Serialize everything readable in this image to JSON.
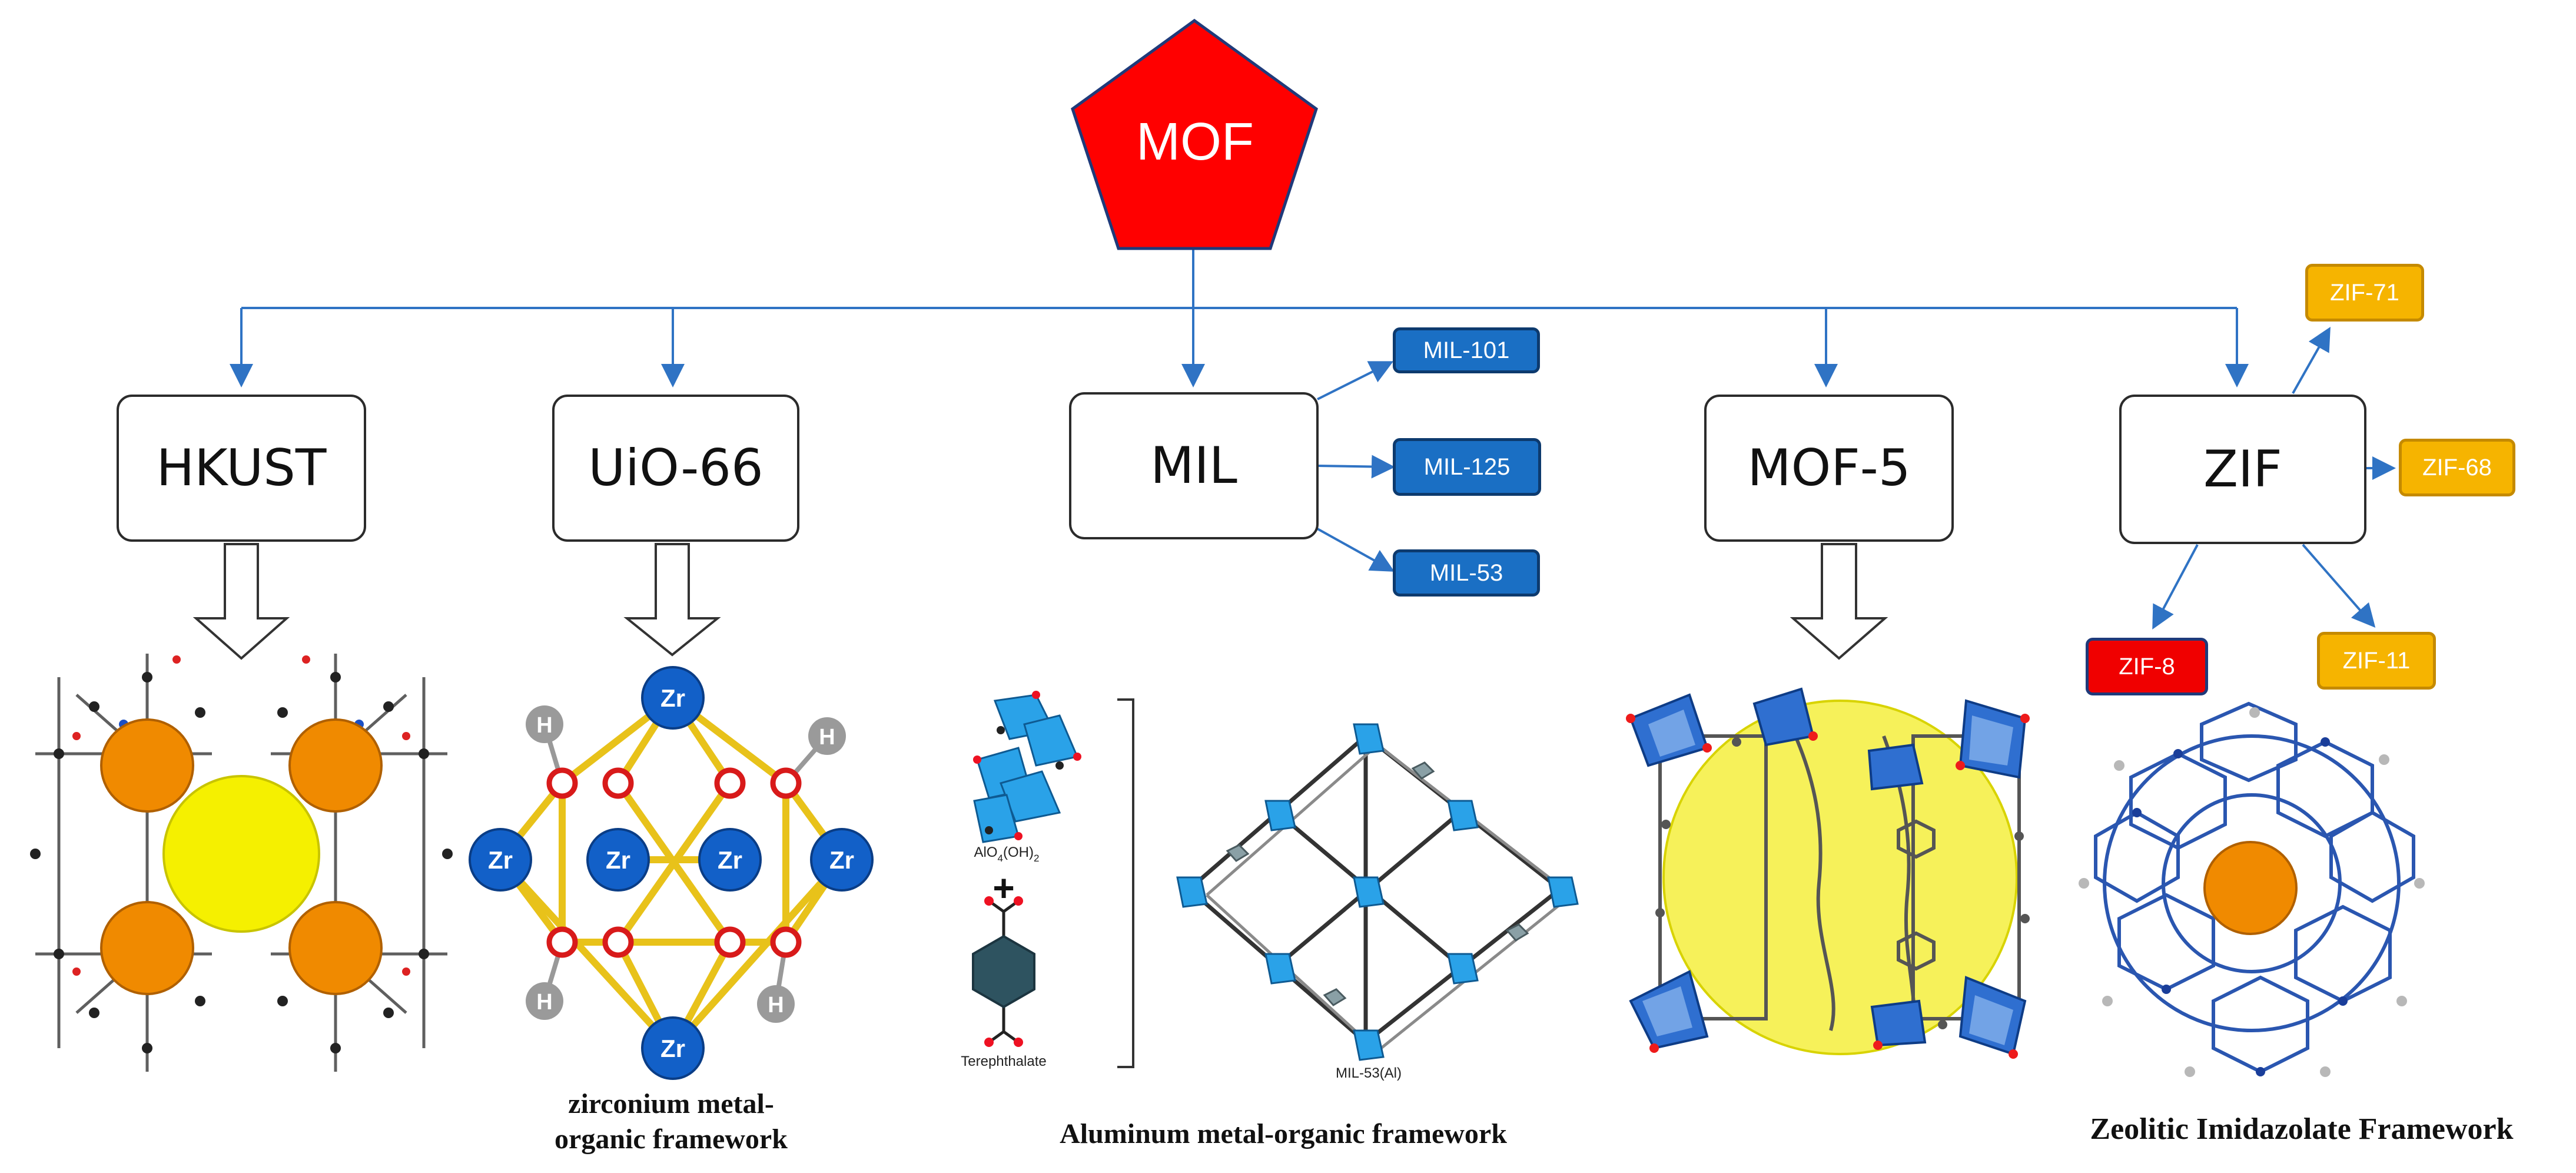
{
  "root": {
    "label": "MOF",
    "color": "#ff0000"
  },
  "categories": [
    {
      "key": "hkust",
      "label": "HKUST"
    },
    {
      "key": "uio",
      "label": "UiO-66"
    },
    {
      "key": "mil",
      "label": "MIL"
    },
    {
      "key": "mof5",
      "label": "MOF-5"
    },
    {
      "key": "zif",
      "label": "ZIF"
    }
  ],
  "mil_variants": [
    "MIL-101",
    "MIL-125",
    "MIL-53"
  ],
  "zif_variants": {
    "zif71": "ZIF-71",
    "zif68": "ZIF-68",
    "zif8": "ZIF-8",
    "zif11": "ZIF-11"
  },
  "structure_labels": {
    "zr": "Zr",
    "h": "H",
    "alo": "AlO",
    "alo_sub1": "4",
    "alo_mid": "(OH)",
    "alo_sub2": "2",
    "plus": "+",
    "terephthalate": "Terephthalate",
    "mil53al": "MIL-53(Al)"
  },
  "captions": {
    "uio_line1": "zirconium metal-",
    "uio_line2": "organic framework",
    "mil": "Aluminum metal-organic framework",
    "zif": "Zeolitic Imidazolate Framework"
  },
  "colors": {
    "connector": "#2f73c4",
    "sphere_yellow": "#f5f000",
    "sphere_orange": "#f08a00",
    "zr_blue": "#1260c8",
    "bond_gold": "#e8c21a"
  }
}
